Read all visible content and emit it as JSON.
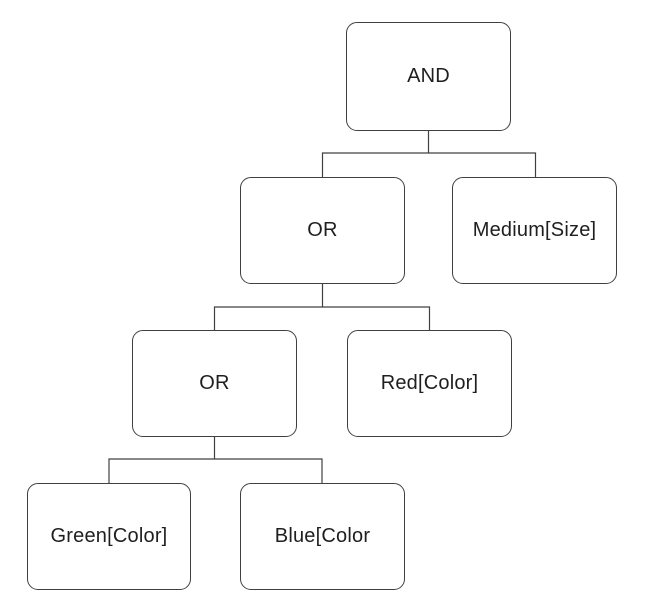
{
  "diagram": {
    "type": "tree",
    "background_color": "#ffffff",
    "line_color": "#404040",
    "text_color": "#1f1f1f",
    "nodes": [
      {
        "id": "and",
        "label": "AND",
        "level": 1
      },
      {
        "id": "or1",
        "label": "OR",
        "level": 2
      },
      {
        "id": "medium",
        "label": "Medium[Size]",
        "level": 2
      },
      {
        "id": "or2",
        "label": "OR",
        "level": 3
      },
      {
        "id": "red",
        "label": "Red[Color]",
        "level": 3
      },
      {
        "id": "green",
        "label": "Green[Color]",
        "level": 4
      },
      {
        "id": "blue",
        "label": "Blue[Color",
        "level": 4
      }
    ],
    "edges": [
      {
        "from": "and",
        "to": "or1"
      },
      {
        "from": "and",
        "to": "medium"
      },
      {
        "from": "or1",
        "to": "or2"
      },
      {
        "from": "or1",
        "to": "red"
      },
      {
        "from": "or2",
        "to": "green"
      },
      {
        "from": "or2",
        "to": "blue"
      }
    ]
  }
}
